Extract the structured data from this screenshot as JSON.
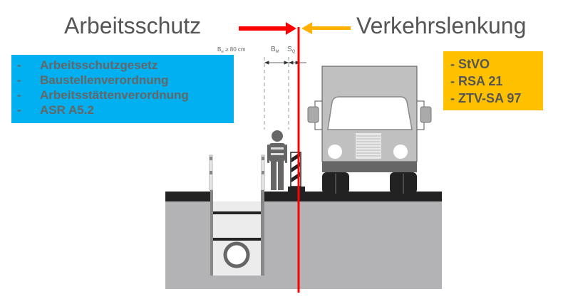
{
  "titles": {
    "left": "Arbeitsschutz",
    "right": "Verkehrslenkung"
  },
  "left_box": {
    "items": [
      "Arbeitsschutzgesetz",
      "Baustellenverordnung",
      "Arbeitsstättenverordnung",
      "ASR A5.2"
    ],
    "bullet": "-"
  },
  "right_box": {
    "items": [
      "- StVO",
      "- RSA 21",
      "- ZTV-SA 97"
    ]
  },
  "dimensions": {
    "bw": "B",
    "bw_sub": "w",
    "bw_rest": " ≥ 80 cm",
    "bm": "B",
    "bm_sub": "M",
    "sq": "S",
    "sq_sub": "Q"
  },
  "colors": {
    "blue": "#00b0f0",
    "orange": "#ffc000",
    "red": "#ff0000",
    "arrow_orange": "#ffb000"
  }
}
